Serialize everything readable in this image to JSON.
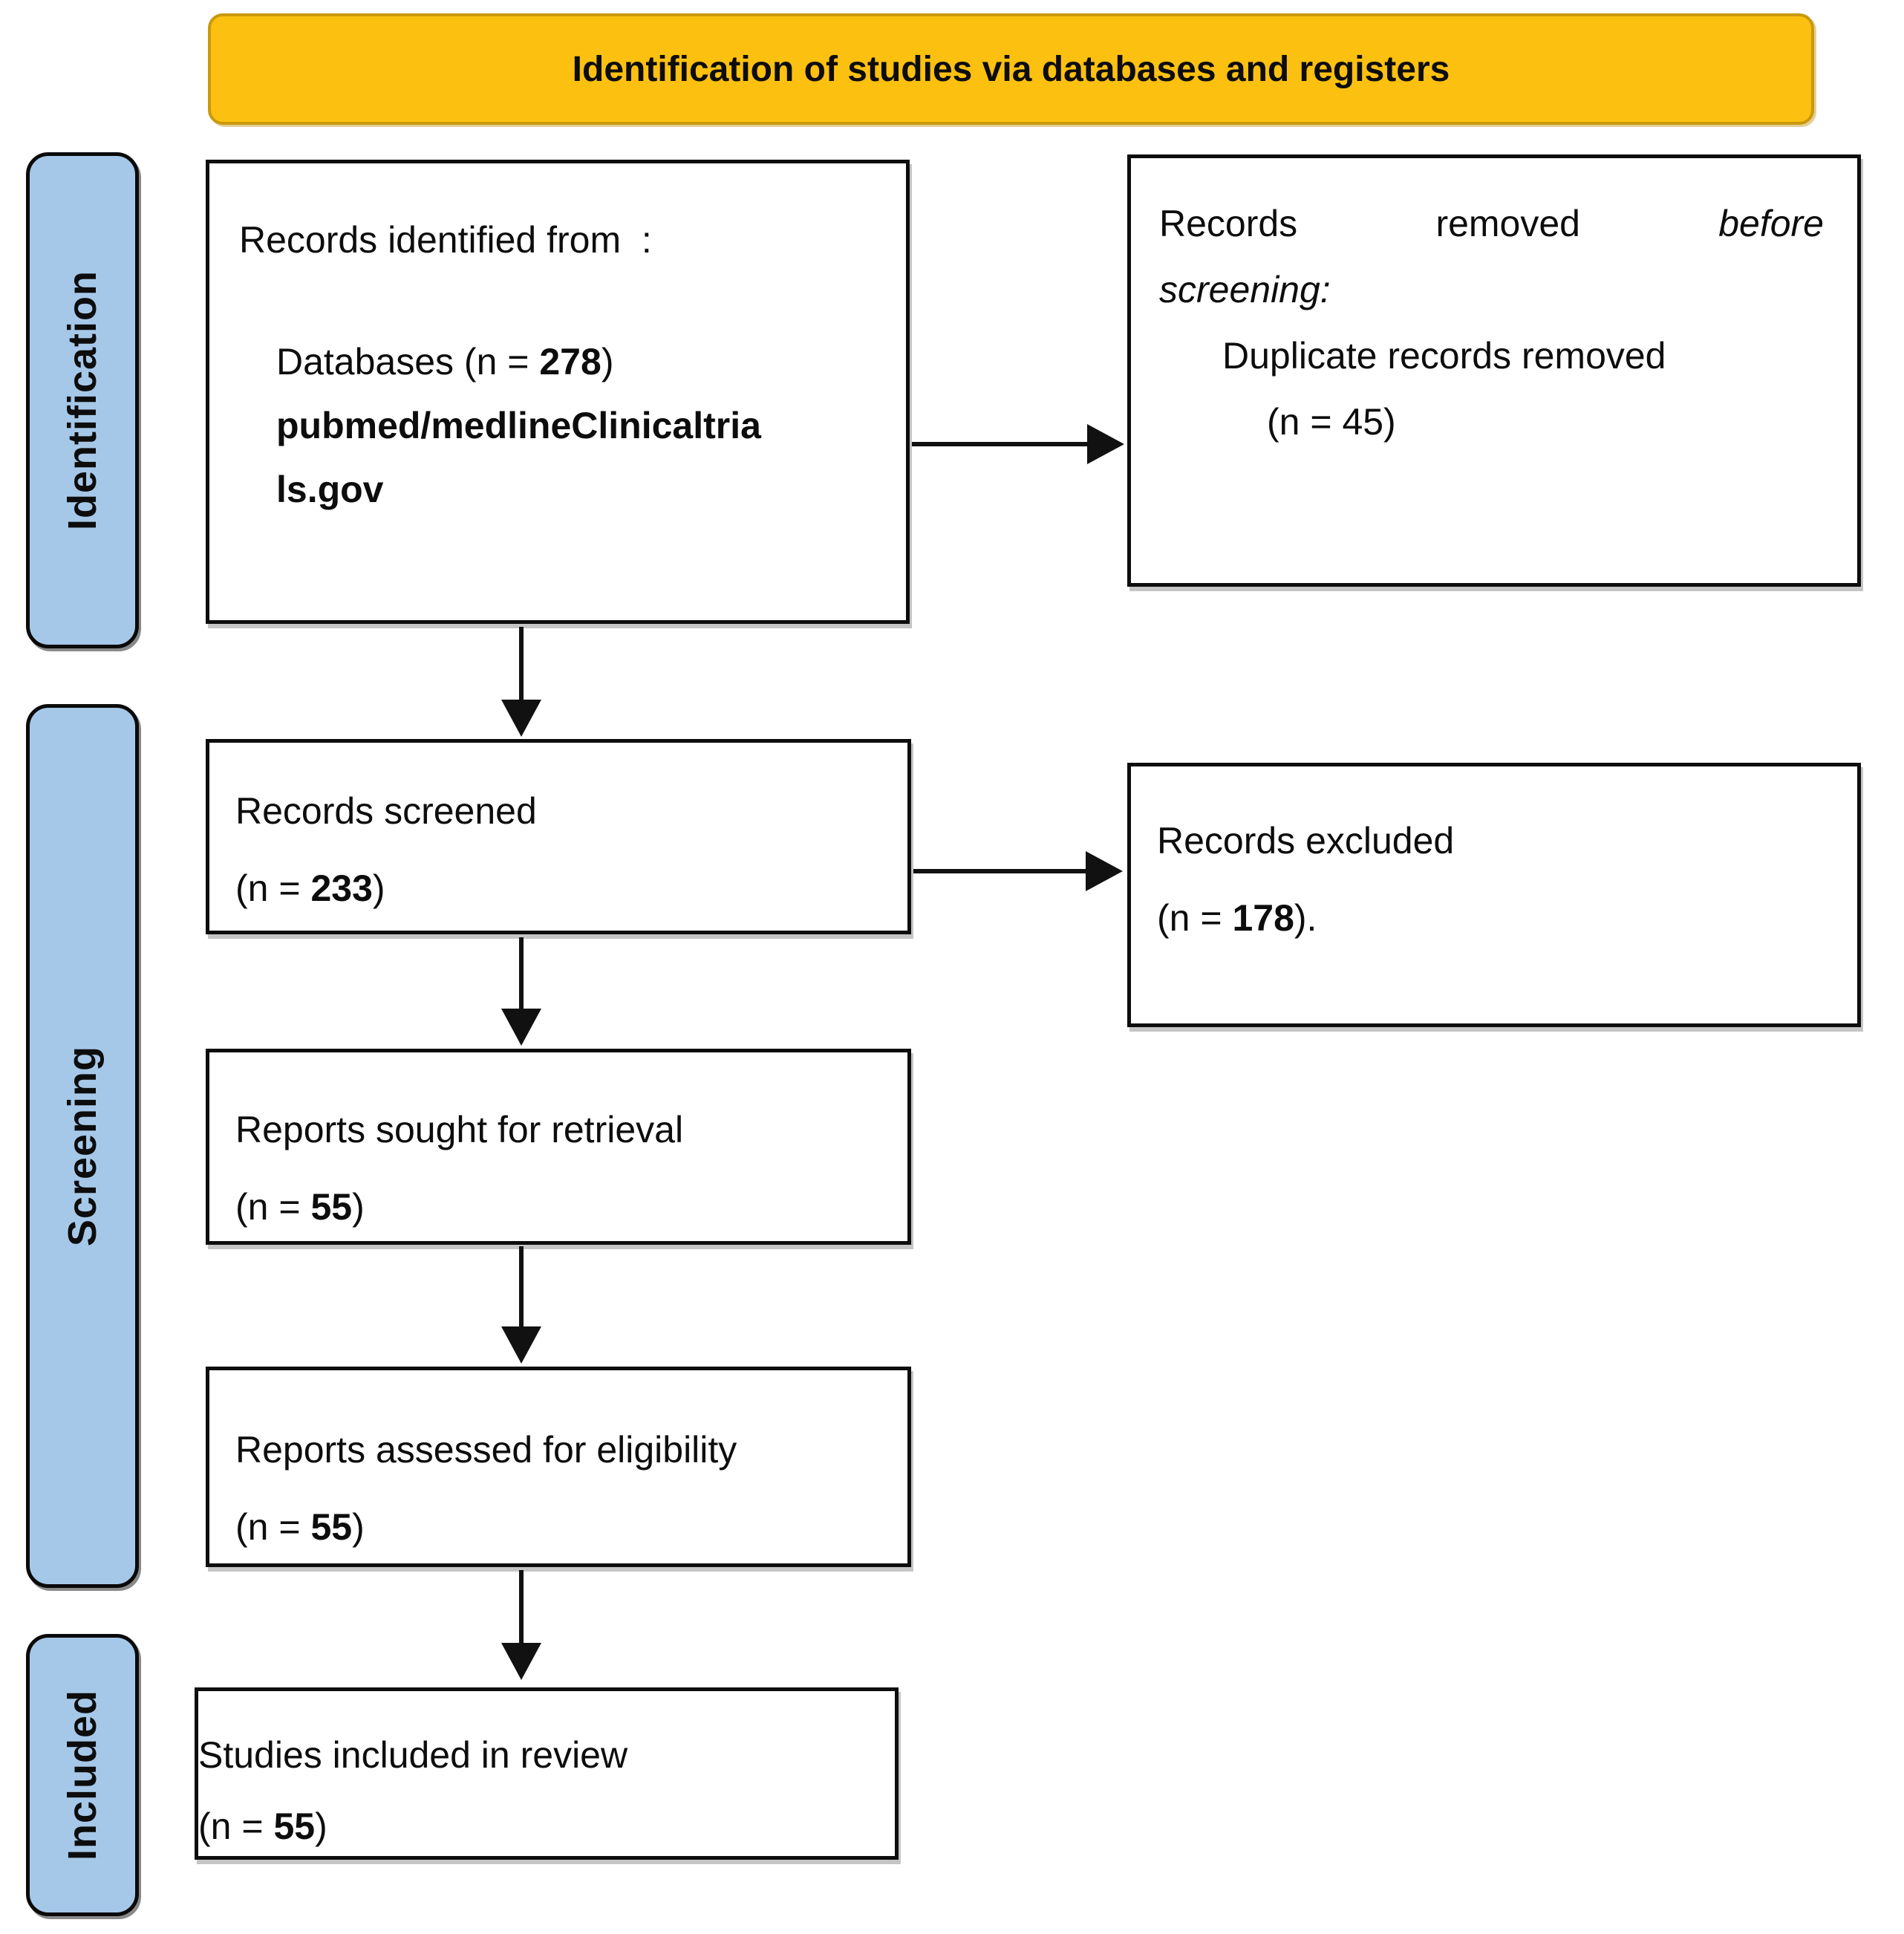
{
  "banner": {
    "title": "Identification of studies via databases and registers"
  },
  "stages": [
    {
      "id": "identification",
      "label": "Identification"
    },
    {
      "id": "screening",
      "label": "Screening"
    },
    {
      "id": "included",
      "label": "Included"
    }
  ],
  "boxes": {
    "identified": {
      "title": "Records identified from  :",
      "databases_pre": "Databases (n = ",
      "databases_n": "278",
      "databases_post": ")",
      "source_line1": "pubmed/medlineClinicaltria",
      "source_line2": "ls.gov"
    },
    "removed": {
      "word1": "Records",
      "word2": "removed",
      "word3": "before",
      "line2": "screening:",
      "line3": "Duplicate records removed",
      "line4": "(n = 45)"
    },
    "screened": {
      "title": "Records screened",
      "n_pre": "(n = ",
      "n": "233",
      "n_post": ")"
    },
    "excluded": {
      "title": "Records excluded",
      "n_pre": "(n = ",
      "n": "178",
      "n_post": ")."
    },
    "sought": {
      "title": "Reports sought for retrieval",
      "n_pre": "(n = ",
      "n": "55",
      "n_post": ")"
    },
    "assessed": {
      "title": "Reports assessed for eligibility",
      "n_pre": "(n = ",
      "n": "55",
      "n_post": ")"
    },
    "included_review": {
      "title": "Studies included in review",
      "n_pre": "(n = ",
      "n": "55",
      "n_post": ")"
    }
  },
  "colors": {
    "banner_fill": "#FCC010",
    "banner_border": "#C9990C",
    "stage_fill": "#A6C8E8",
    "box_border": "#0D0D0D",
    "arrow": "#111111"
  }
}
